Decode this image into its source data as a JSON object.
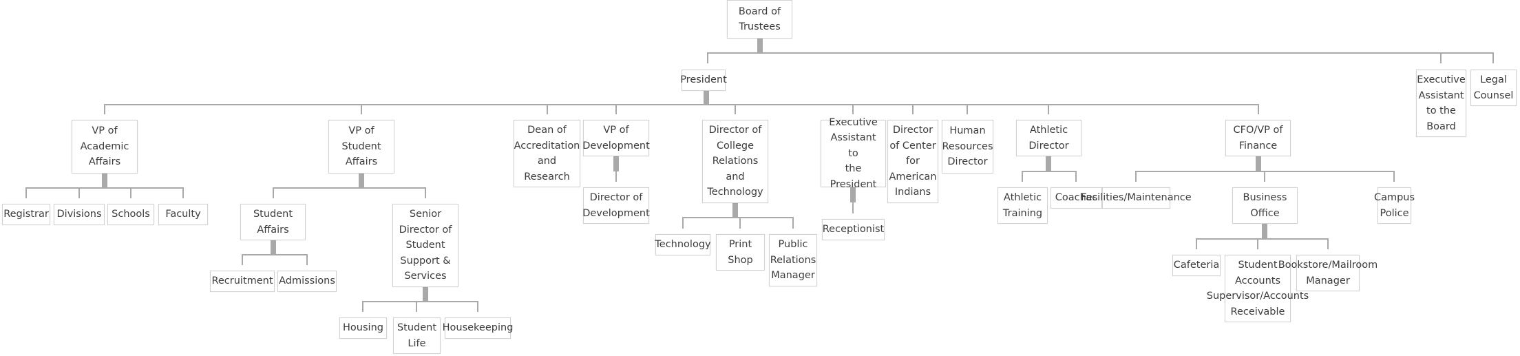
{
  "org_chart": {
    "nodes": {
      "board": "Board of\nTrustees",
      "president": "President",
      "exec_asst_board": "Executive\nAssistant\nto the\nBoard",
      "legal_counsel": "Legal\nCounsel",
      "vp_academic": "VP of\nAcademic\nAffairs",
      "registrar": "Registrar",
      "divisions": "Divisions",
      "schools": "Schools",
      "faculty": "Faculty",
      "vp_student": "VP of\nStudent\nAffairs",
      "student_affairs": "Student\nAffairs",
      "recruitment": "Recruitment",
      "admissions": "Admissions",
      "senior_director": "Senior\nDirector of\nStudent\nSupport &\nServices",
      "housing": "Housing",
      "student_life": "Student\nLife",
      "housekeeping": "Housekeeping",
      "dean_accreditation": "Dean of\nAccreditation\nand\nResearch",
      "vp_development": "VP of\nDevelopment",
      "director_development": "Director of\nDevelopment",
      "director_college_relations": "Director of\nCollege\nRelations\nand\nTechnology",
      "technology": "Technology",
      "print_shop": "Print\nShop",
      "pr_manager": "Public\nRelations\nManager",
      "exec_asst_president": "Executive\nAssistant to\nthe\nPresident",
      "receptionist": "Receptionist",
      "director_american_indians": "Director\nof Center\nfor\nAmerican\nIndians",
      "hr_director": "Human\nResources\nDirector",
      "athletic_director": "Athletic\nDirector",
      "athletic_training": "Athletic\nTraining",
      "coaches": "Coaches",
      "cfo": "CFO/VP of\nFinance",
      "facilities": "Facilities/Maintenance",
      "business_office": "Business\nOffice",
      "cafeteria": "Cafeteria",
      "student_accounts": "Student\nAccounts\nSupervisor/Accounts\nReceivable",
      "bookstore": "Bookstore/Mailroom\nManager",
      "campus_police": "Campus\nPolice"
    },
    "colors": {
      "connector": "#a9a9a9",
      "node_border": "#d2d2d2",
      "text": "#3c3c3c"
    }
  }
}
